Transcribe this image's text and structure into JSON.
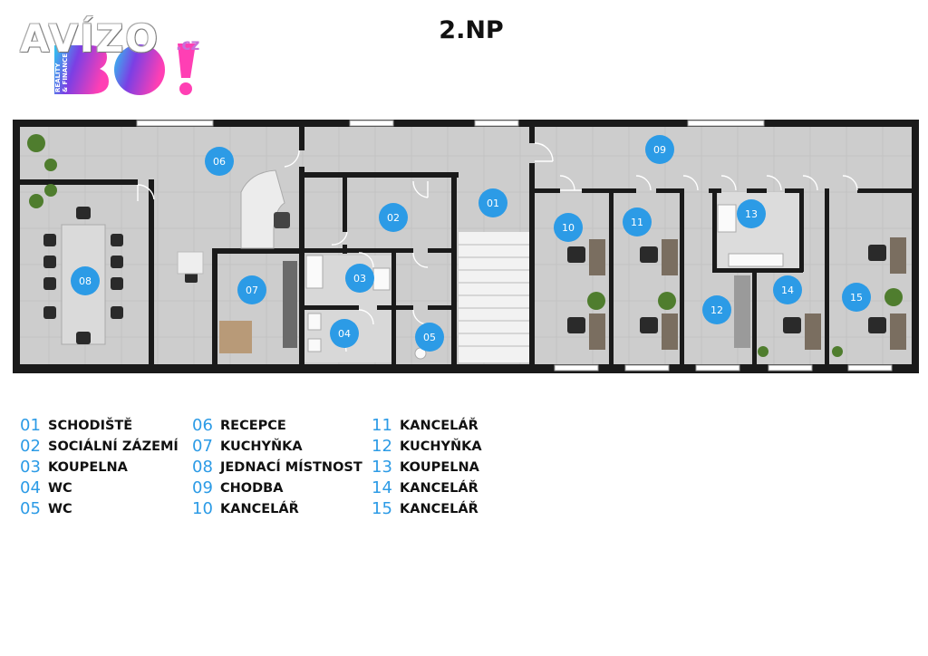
{
  "header": {
    "title": "2.NP"
  },
  "logo": {
    "brand": "AVÍZO",
    "domain": ".cz",
    "mark": "BO!",
    "tagline": "REALITY & FINANCE",
    "colors": {
      "primary": "#7b3fe4",
      "accent": "#ff3fb4",
      "cyan": "#2ec8f0"
    }
  },
  "floorplan": {
    "room_marker_color": "#2c9be6",
    "rooms": [
      {
        "num": "01"
      },
      {
        "num": "02"
      },
      {
        "num": "03"
      },
      {
        "num": "04"
      },
      {
        "num": "05"
      },
      {
        "num": "06"
      },
      {
        "num": "07"
      },
      {
        "num": "08"
      },
      {
        "num": "09"
      },
      {
        "num": "10"
      },
      {
        "num": "11"
      },
      {
        "num": "12"
      },
      {
        "num": "13"
      },
      {
        "num": "14"
      },
      {
        "num": "15"
      }
    ]
  },
  "legend": {
    "columns": [
      [
        {
          "num": "01",
          "label": "SCHODIŠTĚ"
        },
        {
          "num": "02",
          "label": "SOCIÁLNÍ ZÁZEMÍ"
        },
        {
          "num": "03",
          "label": "KOUPELNA"
        },
        {
          "num": "04",
          "label": "WC"
        },
        {
          "num": "05",
          "label": "WC"
        }
      ],
      [
        {
          "num": "06",
          "label": "RECEPCE"
        },
        {
          "num": "07",
          "label": "KUCHYŇKA"
        },
        {
          "num": "08",
          "label": "JEDNACÍ MÍSTNOST"
        },
        {
          "num": "09",
          "label": "CHODBA"
        },
        {
          "num": "10",
          "label": "KANCELÁŘ"
        }
      ],
      [
        {
          "num": "11",
          "label": "KANCELÁŘ"
        },
        {
          "num": "12",
          "label": "KUCHYŇKA"
        },
        {
          "num": "13",
          "label": "KOUPELNA"
        },
        {
          "num": "14",
          "label": "KANCELÁŘ"
        },
        {
          "num": "15",
          "label": "KANCELÁŘ"
        }
      ]
    ]
  }
}
